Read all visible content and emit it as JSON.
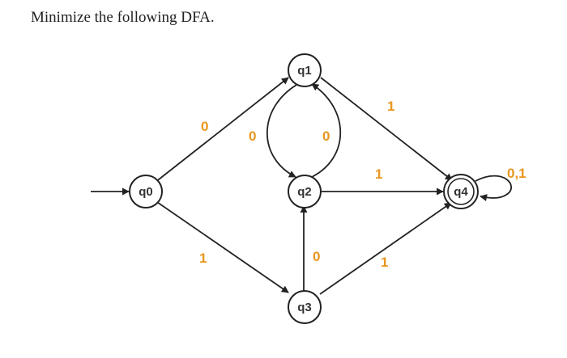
{
  "question": "Minimize the following DFA.",
  "colors": {
    "label": "#E8961E",
    "stroke": "#222222",
    "text": "#333333"
  },
  "dfa": {
    "start_state": "q0",
    "accepting_states": [
      "q4"
    ],
    "states": [
      {
        "id": "q0",
        "label": "q0"
      },
      {
        "id": "q1",
        "label": "q1"
      },
      {
        "id": "q2",
        "label": "q2"
      },
      {
        "id": "q3",
        "label": "q3"
      },
      {
        "id": "q4",
        "label": "q4"
      }
    ],
    "transitions": [
      {
        "from": "q0",
        "to": "q1",
        "label": "0"
      },
      {
        "from": "q0",
        "to": "q3",
        "label": "1"
      },
      {
        "from": "q1",
        "to": "q2",
        "label": "0"
      },
      {
        "from": "q2",
        "to": "q1",
        "label": "0"
      },
      {
        "from": "q1",
        "to": "q4",
        "label": "1"
      },
      {
        "from": "q2",
        "to": "q4",
        "label": "1"
      },
      {
        "from": "q3",
        "to": "q2",
        "label": "0"
      },
      {
        "from": "q3",
        "to": "q4",
        "label": "1"
      },
      {
        "from": "q4",
        "to": "q4",
        "label": "0,1"
      }
    ]
  }
}
